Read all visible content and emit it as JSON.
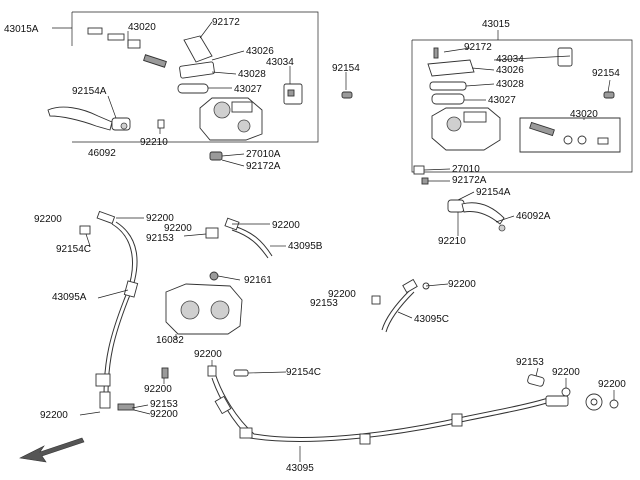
{
  "labels": {
    "l43015A": "43015A",
    "l43020a": "43020",
    "l92172a": "92172",
    "l43026a": "43026",
    "l43028a": "43028",
    "l43034a": "43034",
    "l43027a": "43027",
    "l92154a": "92154",
    "l92154Aa": "92154A",
    "l46092": "46092",
    "l92210a": "92210",
    "l27010A": "27010A",
    "l92172A1": "92172A",
    "l43015": "43015",
    "l92172b": "92172",
    "l43034b": "43034",
    "l43026b": "43026",
    "l43028b": "43028",
    "l92154b": "92154",
    "l43027b": "43027",
    "l43020b": "43020",
    "l27010": "27010",
    "l92172A2": "92172A",
    "l92154Ab": "92154A",
    "l46092A": "46092A",
    "l92210b": "92210",
    "l92200a": "92200",
    "l92200b": "92200",
    "l92200c": "92200",
    "l92200d": "92200",
    "l92154C1": "92154C",
    "l92153a": "92153",
    "l43095B": "43095B",
    "l43095A": "43095A",
    "l92161": "92161",
    "l92200e": "92200",
    "l92200f": "92200",
    "l92153b": "92153",
    "l43095C": "43095C",
    "l16082": "16082",
    "l92200g": "92200",
    "l92154C2": "92154C",
    "l92200h": "92200",
    "l92153c": "92153",
    "l92200i": "92200",
    "l92200j": "92200",
    "l92153d": "92153",
    "l92200k": "92200",
    "l92200l": "92200",
    "l43095": "43095"
  },
  "icons": {
    "direction": "front-direction-arrow-icon"
  },
  "colors": {
    "line": "#222222",
    "part_fill": "#9a9a9a",
    "arrow": "#555555"
  }
}
